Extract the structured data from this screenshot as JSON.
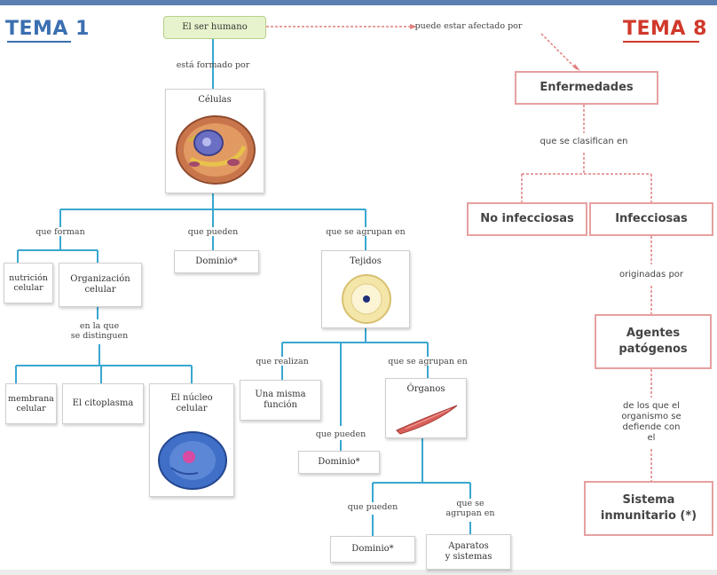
{
  "headers": {
    "left": "TEMA 1",
    "right": "TEMA 8"
  },
  "left": {
    "root": "El ser humano",
    "link_root_cell": "está formado por",
    "cell_box": "Células",
    "link_form": "que forman",
    "link_pueden": "que pueden",
    "link_agrupan": "que se agrupan en",
    "nutricion": "nutrición\ncelular",
    "organizacion": "Organización\ncelular",
    "link_distinguen": "en la que\nse distinguen",
    "membrana": "membrana\ncelular",
    "citoplasma": "El citoplasma",
    "nucleo": "El núcleo\ncelular",
    "domains": [
      "Dominio*",
      "Dominio*",
      "Dominio*"
    ],
    "tejidos": "Tejidos",
    "link_realizan": "que realizan",
    "misma_funcion": "Una misma\nfunción",
    "link_pueden2": "que pueden",
    "link_agrupan2": "que se agrupan en",
    "organos": "Órganos",
    "link_pueden3": "que pueden",
    "link_agrupan3": "que se\nagrupan en",
    "aparatos": "Aparatos\ny sistemas"
  },
  "right": {
    "link_affected": "puede estar afectado por",
    "enfermedades": "Enfermedades",
    "link_clasifican": "que se clasifican en",
    "no_infecciosas": "No infecciosas",
    "infecciosas": "Infecciosas",
    "link_originadas": "originadas por",
    "agentes": "Agentes\npatógenos",
    "link_defiende": "de los que el\norganismo se\ndefiende con el",
    "sistema": "Sistema\ninmunitario (*)"
  },
  "colors": {
    "connector_blue": "#39a7d1",
    "connector_red": "#e08080",
    "tema1": "#3b6fb0",
    "tema8": "#d0392b"
  }
}
